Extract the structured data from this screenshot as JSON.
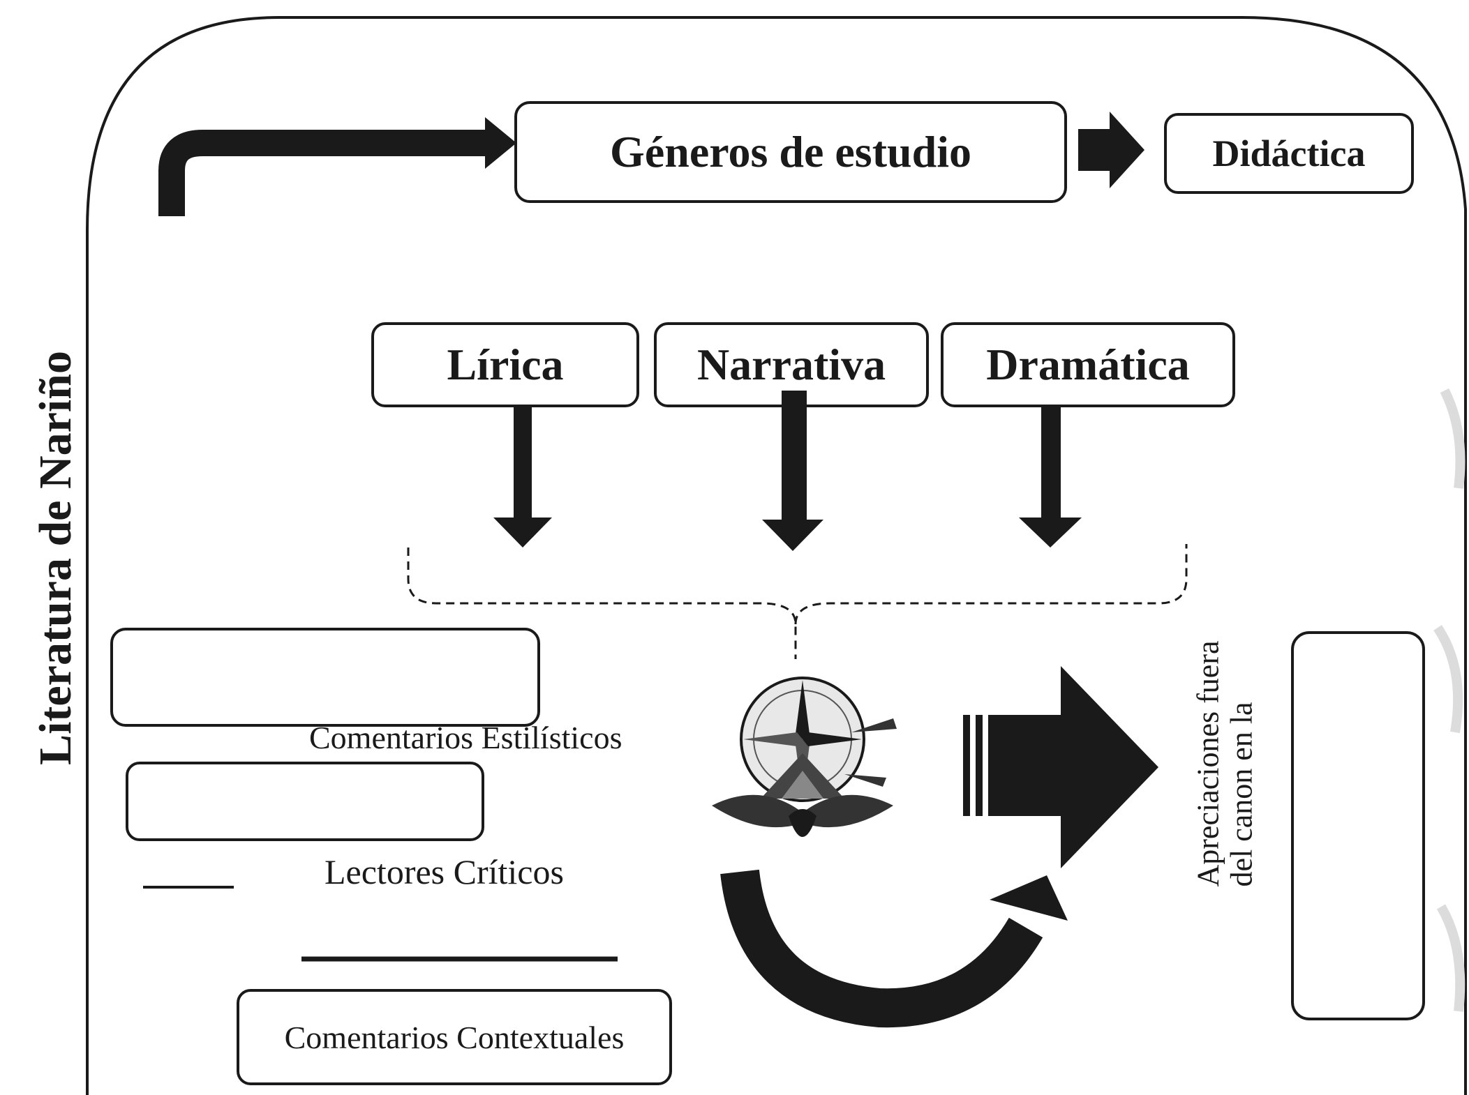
{
  "main_title": "Literatura de Nariño",
  "top_flow": {
    "genres_label": "Géneros de estudio",
    "didactic_label": "Didáctica"
  },
  "genres": [
    {
      "label": "Lírica"
    },
    {
      "label": "Narrativa"
    },
    {
      "label": "Dramática"
    }
  ],
  "left_column": {
    "stylistic_comments": "Comentarios Estilísticos",
    "critical_readers": "Lectores Críticos",
    "contextual_comments": "Comentarios Contextuales"
  },
  "right_column": {
    "appreciations_line1": "Apreciaciones fuera",
    "appreciations_line2": "del canon en la"
  },
  "emblem": "compass-mountain-emblem",
  "colors": {
    "ink": "#1a1a1a",
    "background": "#ffffff"
  }
}
